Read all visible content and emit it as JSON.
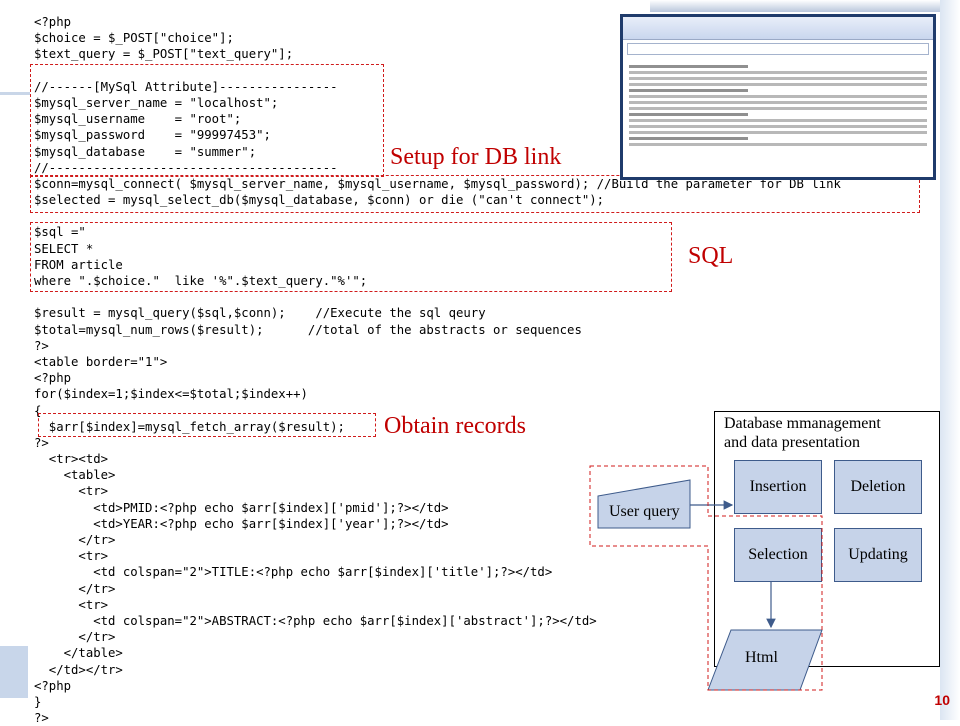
{
  "code_lines": [
    "<?php",
    "$choice = $_POST[\"choice\"];",
    "$text_query = $_POST[\"text_query\"];",
    "",
    "//------[MySql Attribute]----------------",
    "$mysql_server_name = \"localhost\";",
    "$mysql_username    = \"root\";",
    "$mysql_password    = \"99997453\";",
    "$mysql_database    = \"summer\";",
    "//---------------------------------------",
    "$conn=mysql_connect( $mysql_server_name, $mysql_username, $mysql_password); //Build the parameter for DB link",
    "$selected = mysql_select_db($mysql_database, $conn) or die (\"can't connect\");",
    "",
    "$sql =\"",
    "SELECT *",
    "FROM article",
    "where \".$choice.\"  like '%\".$text_query.\"%'\";",
    "",
    "$result = mysql_query($sql,$conn);    //Execute the sql qeury",
    "$total=mysql_num_rows($result);      //total of the abstracts or sequences",
    "?>",
    "<table border=\"1\">",
    "<?php",
    "for($index=1;$index<=$total;$index++)",
    "{",
    "  $arr[$index]=mysql_fetch_array($result);",
    "?>",
    "  <tr><td>",
    "    <table>",
    "      <tr>",
    "        <td>PMID:<?php echo $arr[$index]['pmid'];?></td>",
    "        <td>YEAR:<?php echo $arr[$index]['year'];?></td>",
    "      </tr>",
    "      <tr>",
    "        <td colspan=\"2\">TITLE:<?php echo $arr[$index]['title'];?></td>",
    "      </tr>",
    "      <tr>",
    "        <td colspan=\"2\">ABSTRACT:<?php echo $arr[$index]['abstract'];?></td>",
    "      </tr>",
    "    </table>",
    "  </td></tr>",
    "<?php",
    "}",
    "?>"
  ],
  "annotations": {
    "db_link": "Setup for DB link",
    "sql": "SQL",
    "records": "Obtain records"
  },
  "diagram": {
    "title": "Database mmanagement\nand data presentation",
    "nodes": {
      "insertion": "Insertion",
      "deletion": "Deletion",
      "selection": "Selection",
      "updating": "Updating"
    },
    "user_query": "User query",
    "html": "Html"
  },
  "page_number": "10",
  "colors": {
    "annotation": "#c00000",
    "dashed_box": "#d01b1b",
    "node_fill": "#c6d3e9",
    "node_border": "#3e5b8b",
    "arrow": "#3e5b8b"
  }
}
